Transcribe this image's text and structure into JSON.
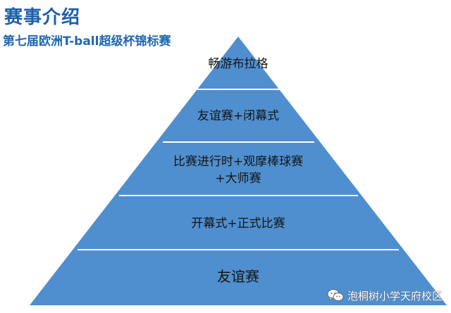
{
  "header": {
    "title": "赛事介绍",
    "subtitle": "第七届欧洲T-ball超级杯锦标赛"
  },
  "pyramid": {
    "fill_color": "#4f8fd0",
    "divider_color": "#ffffff",
    "tiers": [
      {
        "lines": [
          "畅游布拉格"
        ]
      },
      {
        "lines": [
          "友谊赛+闭幕式"
        ]
      },
      {
        "lines": [
          "比赛进行时+观摩棒球赛",
          "+大师赛"
        ]
      },
      {
        "lines": [
          "开幕式+正式比赛"
        ]
      },
      {
        "lines": [
          "友谊赛"
        ]
      }
    ]
  },
  "watermark": {
    "icon": "wechat-icon",
    "text": "泡桐树小学天府校区"
  }
}
